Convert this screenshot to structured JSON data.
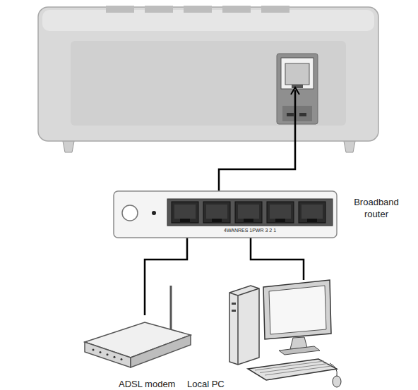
{
  "diagram": {
    "nodes": [
      {
        "text": [
          "4WANRES 1PWR 3 2 1",
          "Broadband router"
        ]
      },
      {
        "text": [
          "ADSL modem"
        ]
      },
      {
        "text": [
          "Local PC"
        ]
      }
    ],
    "edges": [
      {
        "from": 0,
        "to": 1,
        "arrow": "none"
      },
      {
        "from": 0,
        "to": 2,
        "arrow": "none"
      }
    ]
  }
}
